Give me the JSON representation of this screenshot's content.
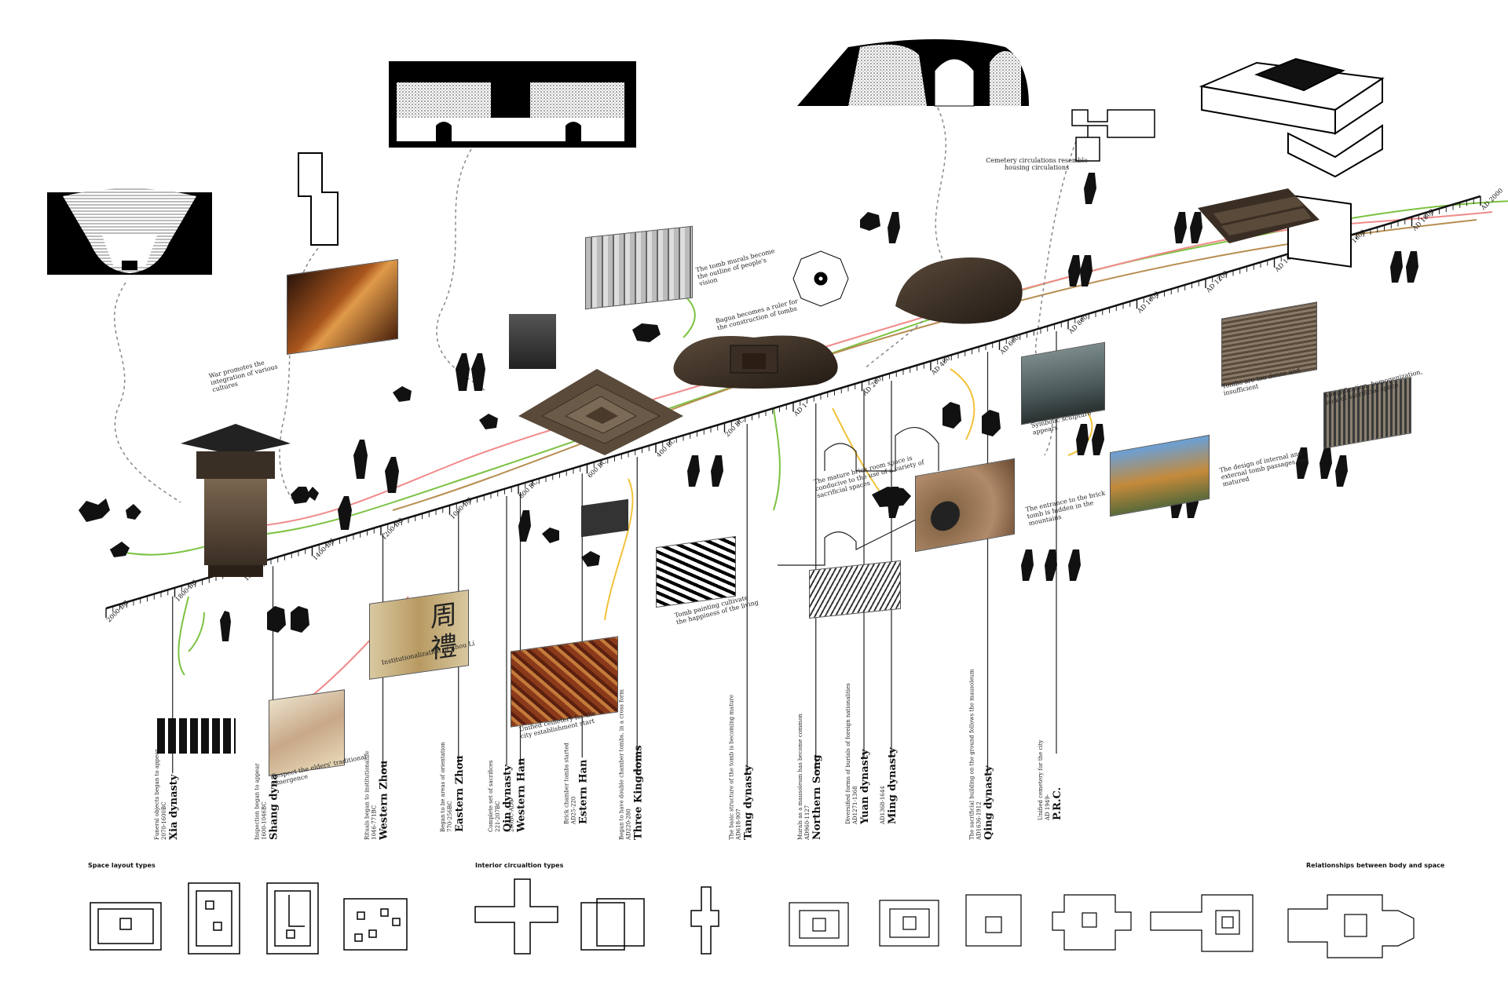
{
  "timeline": {
    "axis_labels": [
      "2000 BC",
      "1800 BC",
      "1600 BC",
      "1400 BC",
      "1200 BC",
      "1000 BC",
      "800 BC",
      "600 BC",
      "400 BC",
      "200 BC",
      "AD 1",
      "AD 200",
      "AD 400",
      "AD 600",
      "AD 800",
      "AD 1000",
      "AD 1200",
      "AD 1400",
      "AD 1600",
      "AD 1800",
      "AD 2000"
    ],
    "dynasties": [
      {
        "name": "Xia dynasty",
        "dates": "2070-1600BC",
        "note": "Funeral objects began to appear"
      },
      {
        "name": "Shang dynasty",
        "dates": "1600-1046BC",
        "note": "Inspection began to appear"
      },
      {
        "name": "Western Zhou",
        "dates": "1046-771BC",
        "note": "Rituals began to institutionalize"
      },
      {
        "name": "Eastern Zhou",
        "dates": "770-256BC",
        "note": "Began to be areas of orientation"
      },
      {
        "name": "Qin dynasty",
        "dates": "221-207BC",
        "note": "Complete set of sacrifices"
      },
      {
        "name": "Western Han",
        "dates": "206BC-AD8",
        "note": ""
      },
      {
        "name": "Estern Han",
        "dates": "AD25-220",
        "note": "Brick chamber tombs started"
      },
      {
        "name": "Three Kingdoms",
        "dates": "AD220-280",
        "note": "Began to have double chamber tombs, in a cross form"
      },
      {
        "name": "Tang dynasty",
        "dates": "AD618-907",
        "note": "The basic structure of the tomb is becoming mature"
      },
      {
        "name": "Northern Song",
        "dates": "AD960-1127",
        "note": "Murals as a mausoleum has become common"
      },
      {
        "name": "Yuan dynasty",
        "dates": "AD1271-1368",
        "note": "Diversified forms of burials of foreign nationalities"
      },
      {
        "name": "Ming dynasty",
        "dates": "AD1368-1644",
        "note": ""
      },
      {
        "name": "Qing dynasty",
        "dates": "AD1636-1912",
        "note": "The sacrificial building on the ground follows the mausoleum"
      },
      {
        "name": "P.R.C.",
        "dates": "AD 1949-",
        "note": "Unified cemetery for the city"
      }
    ]
  },
  "annotations": [
    "War promotes the integration of various cultures",
    "The tomb murals become the outline of people's vision",
    "Bagua becomes a ruler for the construction of tombs",
    "Cemetery circulations resemble housing circulations",
    "The mature brick room space is conducive to the use of a variety of sacrificial spaces",
    "Tomb painting cultivate the happiness of the living",
    "Institutionalization of Zhou Li",
    "Respect the elders' traditional emergence",
    "Unified cemetery for the city establishment start",
    "Symbolic sculpture appears",
    "The entrance to the brick tomb is hidden in the mountains",
    "The design of internal and external tomb passages has matured",
    "Tombs are too dense and insufficient",
    "Simplification, homogenization, lack of sacrificial space"
  ],
  "seal_chars": [
    "周",
    "禮"
  ],
  "sections": {
    "space_layout": "Space layout types",
    "interior_circulation": "Interior circualtion types",
    "body_space": "Relationships between body and space"
  },
  "colors": {
    "green": "#7cc242",
    "pink": "#f08a8a",
    "yellow": "#f2c23a",
    "tan": "#b88e52",
    "ink": "#111111"
  }
}
